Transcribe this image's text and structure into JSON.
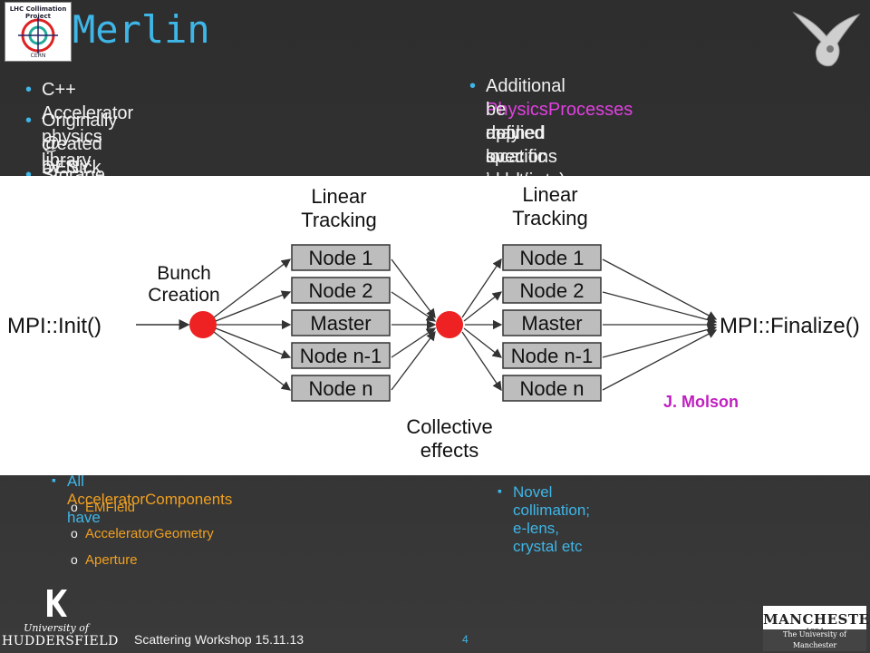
{
  "logo": {
    "line1": "LHC Collimation",
    "line2": "Project",
    "line3": "CERN"
  },
  "title": "Merlin",
  "left_bullets": [
    "C++ Accelerator physics library",
    "Originally created by Nick Walker (ILC)",
    "@ DESY",
    "Storage ring functionality added by"
  ],
  "left_sub": {
    "prefix": "All ",
    "highlight": "AcceleratorComponents",
    "suffix": " have",
    "items": [
      "EMField",
      "AcceleratorGeometry",
      "Aperture"
    ]
  },
  "right_bullet": {
    "prefix": "Additional ",
    "highlight": "PhysicsProcesses",
    "line1_suffix": " may",
    "line2": "be applied over tracking, at user",
    "line3": "defined locations in lattice (e.g. at",
    "line4": "specific elements)"
  },
  "right_sub": "Novel collimation; e-lens, crystal etc",
  "diagram": {
    "start": "MPI::Init()",
    "bunch_label": [
      "Bunch",
      "Creation"
    ],
    "tracking_label": [
      "Linear",
      "Tracking"
    ],
    "nodes": [
      "Node 1",
      "Node 2",
      "Master",
      "Node n-1",
      "Node n"
    ],
    "collective_label": [
      "Collective",
      "effects"
    ],
    "end": "MPI::Finalize()"
  },
  "credit": "J. Molson",
  "footer": "Scattering Workshop 15.11.13",
  "page_number": "4",
  "huddersfield": {
    "line1": "University of",
    "line2": "HUDDERSFIELD"
  },
  "manchester": {
    "name": "MANCHESTER",
    "year": "1824",
    "sub": "The University of Manchester"
  }
}
